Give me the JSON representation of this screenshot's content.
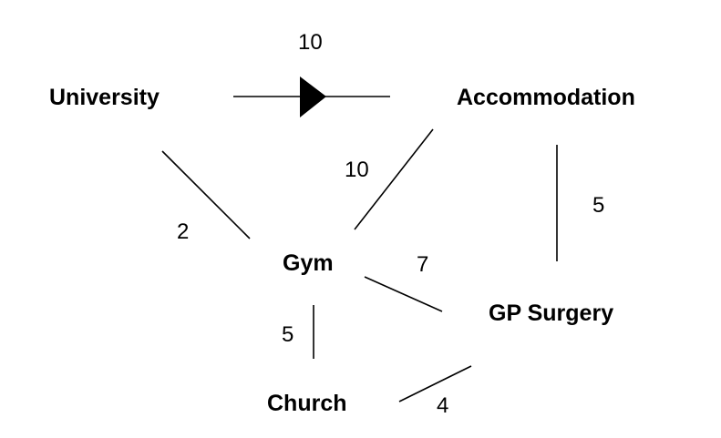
{
  "nodes": {
    "university": "University",
    "accommodation": "Accommodation",
    "gym": "Gym",
    "gp_surgery": "GP Surgery",
    "church": "Church"
  },
  "edges": [
    {
      "from": "University",
      "to": "Accommodation",
      "weight": "10",
      "directed": true
    },
    {
      "from": "Accommodation",
      "to": "Gym",
      "weight": "10",
      "directed": false
    },
    {
      "from": "Accommodation",
      "to": "GP Surgery",
      "weight": "5",
      "directed": false
    },
    {
      "from": "University",
      "to": "Gym",
      "weight": "2",
      "directed": false
    },
    {
      "from": "Gym",
      "to": "GP Surgery",
      "weight": "7",
      "directed": false
    },
    {
      "from": "Gym",
      "to": "Church",
      "weight": "5",
      "directed": false
    },
    {
      "from": "GP Surgery",
      "to": "Church",
      "weight": "4",
      "directed": false
    }
  ],
  "colors": {
    "stroke": "#000000",
    "text": "#000000",
    "background": "#ffffff"
  }
}
